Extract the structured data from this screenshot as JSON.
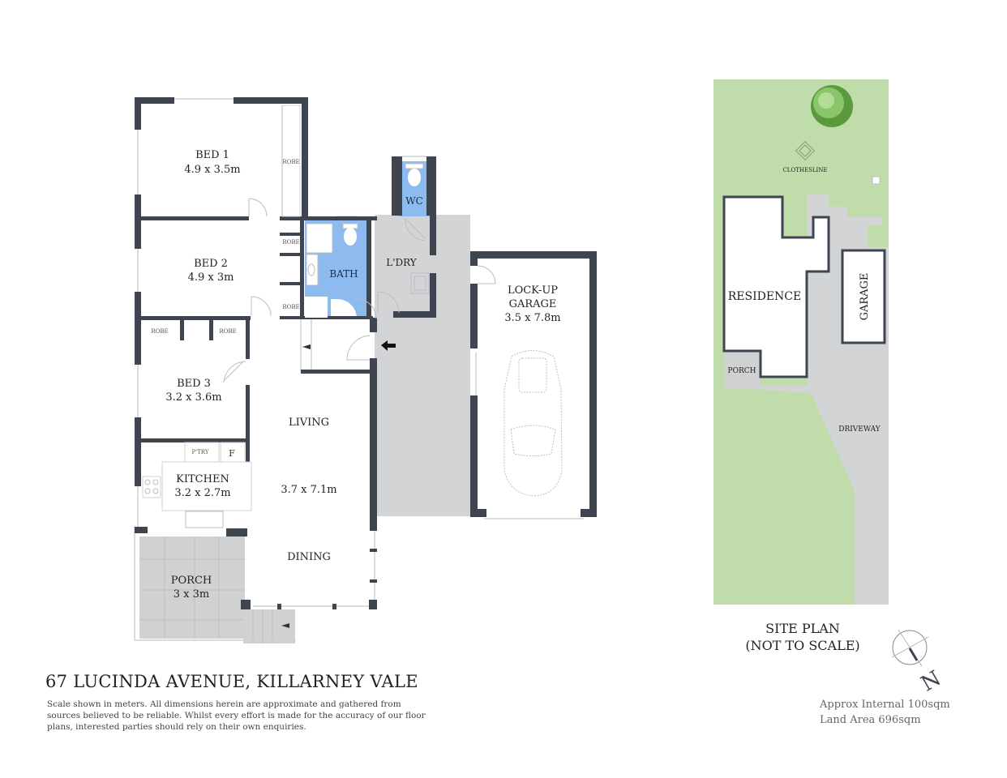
{
  "floorplan": {
    "address": "67 LUCINDA AVENUE, KILLARNEY VALE",
    "disclaimer": "Scale shown in meters. All dimensions herein are approximate and gathered from sources believed to be  reliable. Whilst every effort is made for the accuracy of our floor plans, interested parties should rely on their own enquiries.",
    "rooms": {
      "bed1": {
        "name": "BED 1",
        "size": "4.9 x 3.5m"
      },
      "bed2": {
        "name": "BED 2",
        "size": "4.9 x 3m"
      },
      "bed3": {
        "name": "BED 3",
        "size": "3.2 x 3.6m"
      },
      "kitchen": {
        "name": "KITCHEN",
        "size": "3.2 x 2.7m"
      },
      "living": {
        "name": "LIVING",
        "size": "3.7 x 7.1m"
      },
      "dining": {
        "name": "DINING"
      },
      "porch": {
        "name": "PORCH",
        "size": "3 x 3m"
      },
      "bath": {
        "name": "BATH"
      },
      "wc": {
        "name": "WC"
      },
      "laundry": {
        "name": "L'DRY"
      },
      "garage": {
        "name_line1": "LOCK-UP",
        "name_line2": "GARAGE",
        "size": "3.5 x 7.8m"
      }
    },
    "fixtures": {
      "robe": "ROBE",
      "pantry": "P'TRY",
      "fridge": "F"
    },
    "colors": {
      "wall": "#3e4550",
      "wet_area": "#8dbbf0",
      "driveway": "#d3d4d6",
      "lawn": "#c0dcaa",
      "porch": "#d0d1d3"
    }
  },
  "site_plan": {
    "title_line1": "SITE PLAN",
    "title_line2": "(NOT TO SCALE)",
    "labels": {
      "clothesline": "CLOTHESLINE",
      "residence": "RESIDENCE",
      "garage": "GARAGE",
      "porch": "PORCH",
      "driveway": "DRIVEWAY"
    },
    "compass": {
      "label": "N",
      "icon": "compass-north-icon"
    },
    "stats": {
      "internal": "Approx Internal 100sqm",
      "land": "Land Area 696sqm"
    }
  }
}
